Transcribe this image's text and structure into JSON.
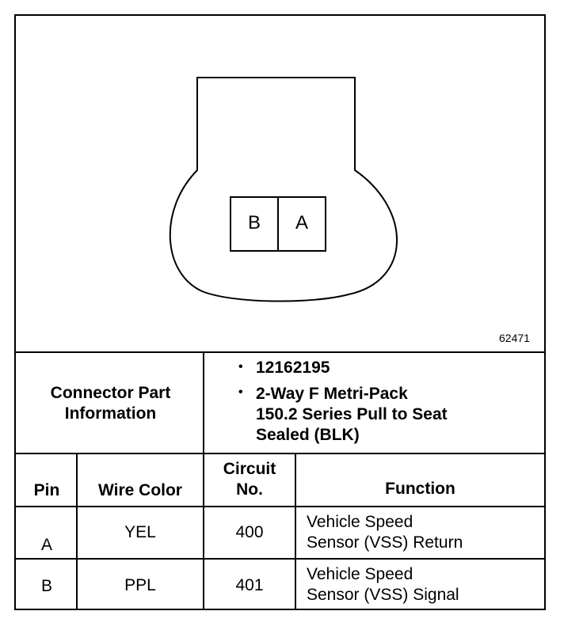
{
  "connector": {
    "pins": [
      "B",
      "A"
    ],
    "figure_id": "62471"
  },
  "part_info": {
    "heading_line1": "Connector Part",
    "heading_line2": "Information",
    "part_number": "12162195",
    "description_line1": "2-Way F Metri-Pack",
    "description_line2": "150.2 Series Pull to Seat",
    "description_line3": "Sealed (BLK)"
  },
  "table": {
    "headers": {
      "pin": "Pin",
      "wire_color": "Wire Color",
      "circuit_line1": "Circuit",
      "circuit_line2": "No.",
      "function": "Function"
    },
    "rows": [
      {
        "pin": "A",
        "wire_color": "YEL",
        "circuit": "400",
        "function_line1": "Vehicle Speed",
        "function_line2": "Sensor (VSS) Return"
      },
      {
        "pin": "B",
        "wire_color": "PPL",
        "circuit": "401",
        "function_line1": "Vehicle Speed",
        "function_line2": "Sensor (VSS) Signal"
      }
    ]
  }
}
